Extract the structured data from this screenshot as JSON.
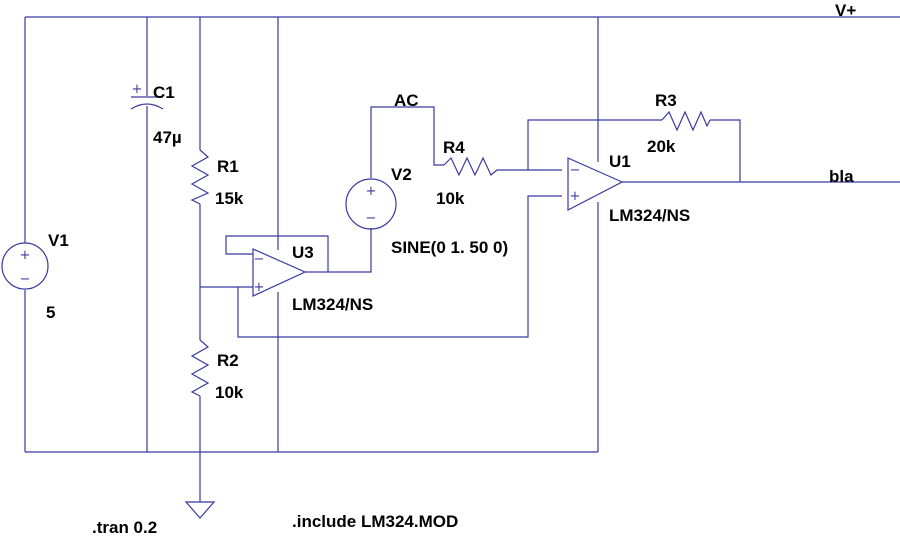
{
  "nets": {
    "vplus": "V+",
    "ac": "AC",
    "out": "bla"
  },
  "components": {
    "v1": {
      "name": "V1",
      "value": "5"
    },
    "c1": {
      "name": "C1",
      "value": "47µ"
    },
    "r1": {
      "name": "R1",
      "value": "15k"
    },
    "r2": {
      "name": "R2",
      "value": "10k"
    },
    "u3": {
      "name": "U3",
      "model": "LM324/NS"
    },
    "v2": {
      "name": "V2",
      "value": "SINE(0 1. 50 0)"
    },
    "r4": {
      "name": "R4",
      "value": "10k"
    },
    "r3": {
      "name": "R3",
      "value": "20k"
    },
    "u1": {
      "name": "U1",
      "model": "LM324/NS"
    }
  },
  "directives": {
    "tran": ".tran 0.2",
    "include": ".include LM324.MOD"
  },
  "symbols": {
    "plus": "+",
    "minus": "−"
  },
  "colors": {
    "wire": "#3a3aa0",
    "text": "#000000",
    "background": "#ffffff"
  }
}
